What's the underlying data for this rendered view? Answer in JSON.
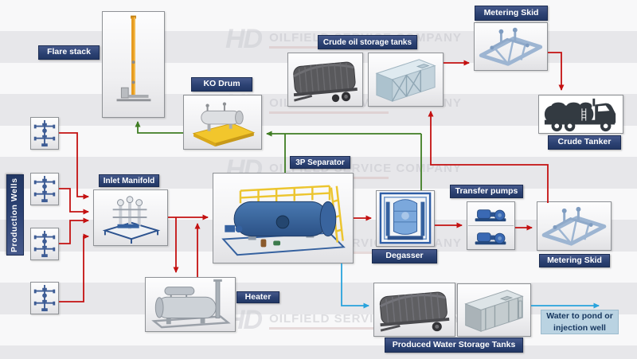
{
  "watermark": {
    "logo": "HD",
    "company": "OILFIELD SERVICE COMPANY"
  },
  "labels": {
    "flare_stack": "Flare stack",
    "ko_drum": "KO Drum",
    "crude_storage_tanks": "Crude oil storage tanks",
    "metering_skid_top": "Metering Skid",
    "crude_tanker": "Crude Tanker",
    "production_wells": "Production Wells",
    "inlet_manifold": "Inlet Manifold",
    "separator": "3P Separator",
    "transfer_pumps": "Transfer pumps",
    "degasser": "Degasser",
    "metering_skid_right": "Metering Skid",
    "heater": "Heater",
    "produced_water_tanks": "Produced Water Storage Tanks",
    "water_pond_note": "Water to pond or injection well"
  },
  "colors": {
    "oil_line": "#c41111",
    "gas_line": "#3f7d23",
    "water_line": "#29a3dc",
    "label_bg": "#2c4273",
    "label_text": "#ffffff",
    "note_bg": "#bad3e2",
    "flare_stack_paint": "#e59a1e",
    "ko_drum_skid": "#f2c62c",
    "equipment_blue": "#35619f",
    "skid_light_blue": "#9db5d2",
    "tanker_silhouette": "#333a41"
  }
}
